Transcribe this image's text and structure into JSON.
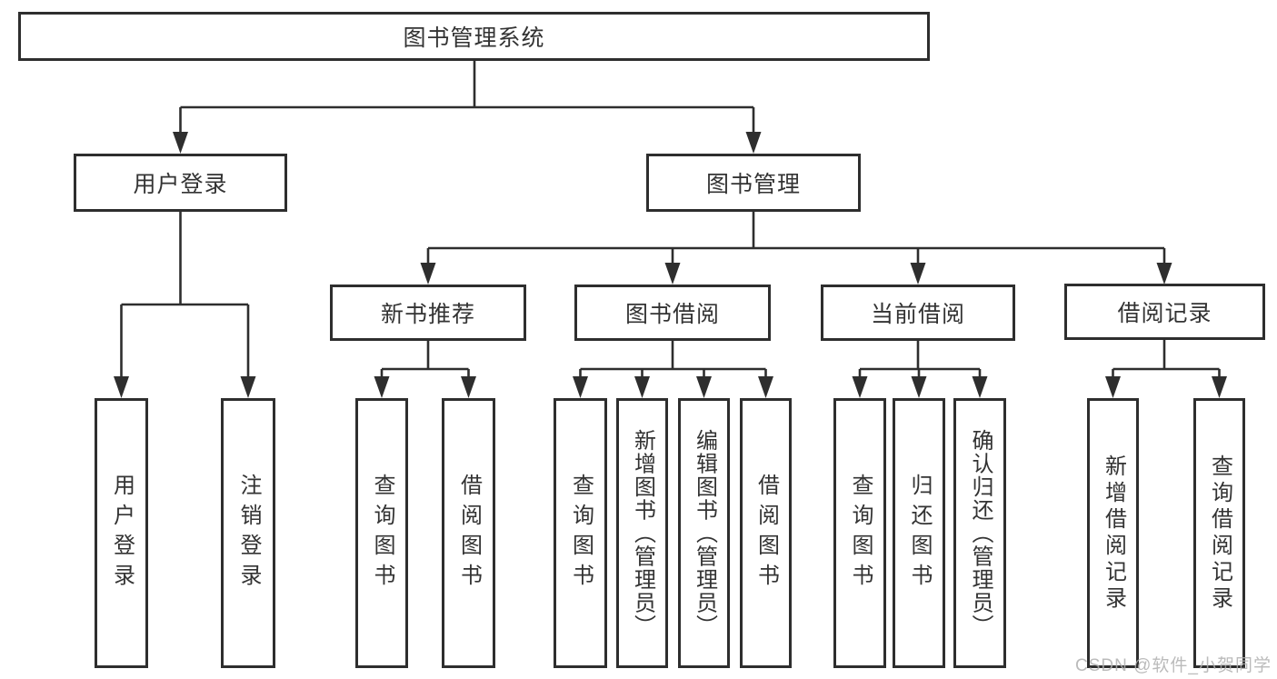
{
  "diagram": {
    "root": {
      "label": "图书管理系统"
    },
    "branches": [
      {
        "label": "用户登录",
        "children": [
          {
            "label": "用户登录"
          },
          {
            "label": "注销登录"
          }
        ]
      },
      {
        "label": "图书管理",
        "children": [
          {
            "label": "新书推荐",
            "children": [
              {
                "label": "查询图书"
              },
              {
                "label": "借阅图书"
              }
            ]
          },
          {
            "label": "图书借阅",
            "children": [
              {
                "label": "查询图书"
              },
              {
                "label": "新增图书（管理员）"
              },
              {
                "label": "编辑图书（管理员）"
              },
              {
                "label": "借阅图书"
              }
            ]
          },
          {
            "label": "当前借阅",
            "children": [
              {
                "label": "查询图书"
              },
              {
                "label": "归还图书"
              },
              {
                "label": "确认归还（管理员）"
              }
            ]
          },
          {
            "label": "借阅记录",
            "children": [
              {
                "label": "新增借阅记录"
              },
              {
                "label": "查询借阅记录"
              }
            ]
          }
        ]
      }
    ]
  },
  "watermark": {
    "text": "CSDN @软件_小贺同学"
  },
  "colors": {
    "line": "#2e2e2e",
    "box_border": "#2e2e2e",
    "box_fill": "#ffffff",
    "text": "#333333",
    "watermark": "#afafaf",
    "background": "#ffffff"
  }
}
